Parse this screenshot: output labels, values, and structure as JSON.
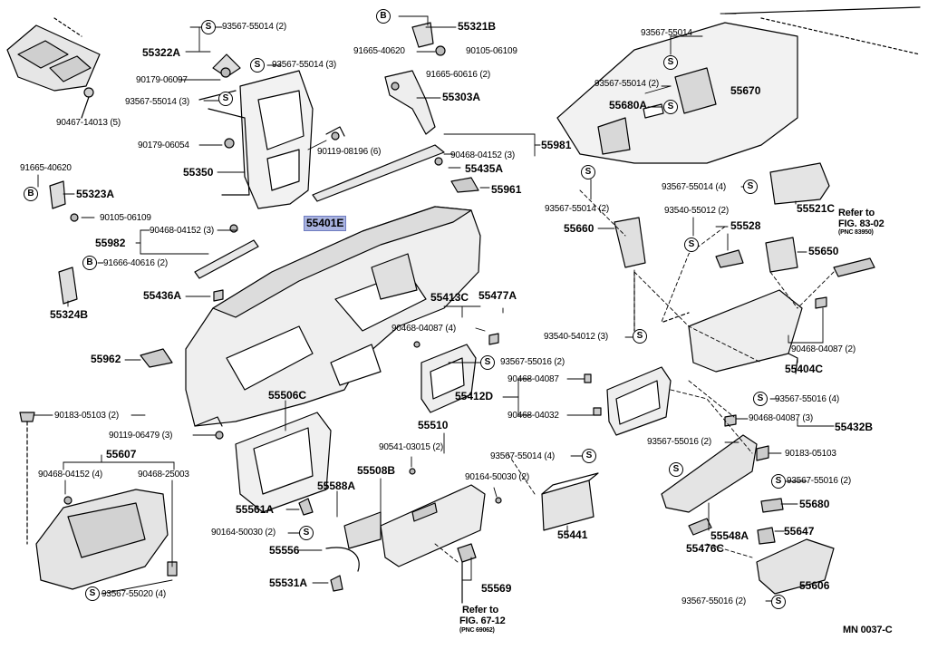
{
  "badges": {
    "s": "S",
    "b": "B"
  },
  "labels": {
    "l01": "93567-55014 (2)",
    "l02": "55321B",
    "l03": "93567-55014",
    "l04": "55322A",
    "l05": "91665-40620",
    "l06": "90105-06109",
    "l07": "93567-55014 (3)",
    "l08": "91665-60616 (2)",
    "l09": "90179-06097",
    "l10": "93567-55014 (2)",
    "l11": "55670",
    "l12": "93567-55014 (3)",
    "l13": "55303A",
    "l14": "55680A",
    "l15": "90467-14013 (5)",
    "l16": "90179-06054",
    "l17": "90119-08196 (6)",
    "l18": "90468-04152 (3)",
    "l19": "55981",
    "l20": "91665-40620",
    "l21": "55350",
    "l22": "55435A",
    "l23": "55323A",
    "l24": "55961",
    "l25": "93567-55014 (2)",
    "l26": "93567-55014 (4)",
    "l27": "90105-06109",
    "l28": "55401E",
    "l29": "93540-55012 (2)",
    "l30": "55521C",
    "l31": "Refer to",
    "l32": "FIG. 83-02",
    "l33": "(PNC 83950)",
    "l34": "90468-04152 (3)",
    "l35": "55660",
    "l36": "55528",
    "l37": "55982",
    "l38": "91666-40616 (2)",
    "l39": "55650",
    "l40": "55413C",
    "l41": "55477A",
    "l42": "55436A",
    "l43": "55324B",
    "l44": "90468-04087 (4)",
    "l45": "93540-54012 (3)",
    "l46": "90468-04087 (2)",
    "l47": "55962",
    "l48": "93567-55016 (2)",
    "l49": "55404C",
    "l50": "90468-04087",
    "l51": "55506C",
    "l52": "55412D",
    "l53": "93567-55016 (4)",
    "l54": "90183-05103 (2)",
    "l55": "90468-04032",
    "l56": "90468-04087 (3)",
    "l57": "55510",
    "l58": "55432B",
    "l59": "90119-06479 (3)",
    "l60": "93567-55016 (2)",
    "l61": "90541-03015 (2)",
    "l62": "55607",
    "l63": "90183-05103",
    "l64": "93567-55014 (4)",
    "l65": "90468-04152 (4)",
    "l66": "90468-25003",
    "l67": "55508B",
    "l68": "90164-50030 (2)",
    "l69": "93567-55016 (2)",
    "l70": "55588A",
    "l71": "55561A",
    "l72": "55680",
    "l73": "90164-50030 (2)",
    "l74": "55548A",
    "l75": "55647",
    "l76": "55441",
    "l77": "55476C",
    "l78": "55556",
    "l79": "55569",
    "l80": "55606",
    "l81": "55531A",
    "l82": "93567-55020 (4)",
    "l83": "Refer to",
    "l84": "FIG. 67-12",
    "l85": "(PNC 69062)",
    "l86": "93567-55016 (2)",
    "l87": "MN 0037-C"
  }
}
